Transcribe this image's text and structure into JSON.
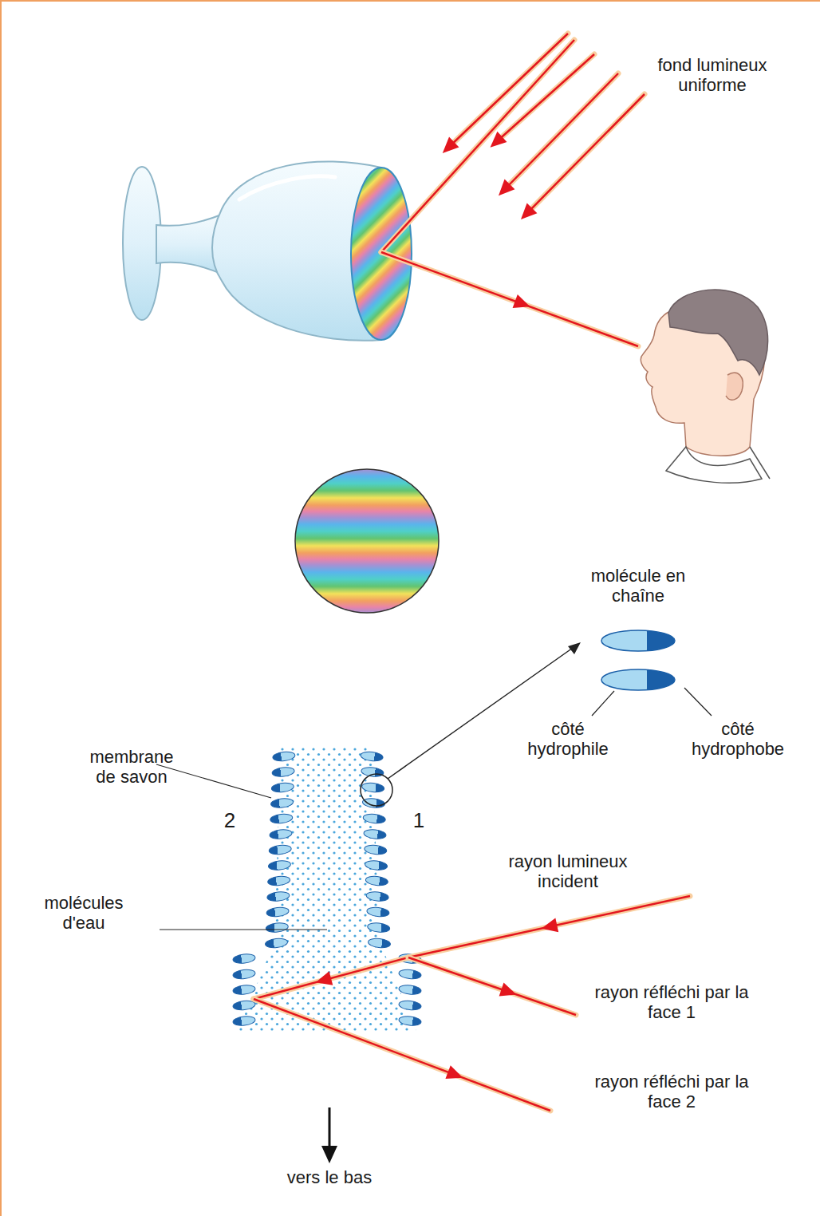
{
  "diagram": {
    "labels": [
      "fond lumineux uniforme",
      "molécule en chaîne",
      "côté hydrophile",
      "côté hydrophobe",
      "membrane de savon",
      "2",
      "1",
      "rayon lumineux incident",
      "molécules d'eau",
      "rayon réfléchi par la face 1",
      "rayon réfléchi par la face 2",
      "vers le bas"
    ]
  }
}
